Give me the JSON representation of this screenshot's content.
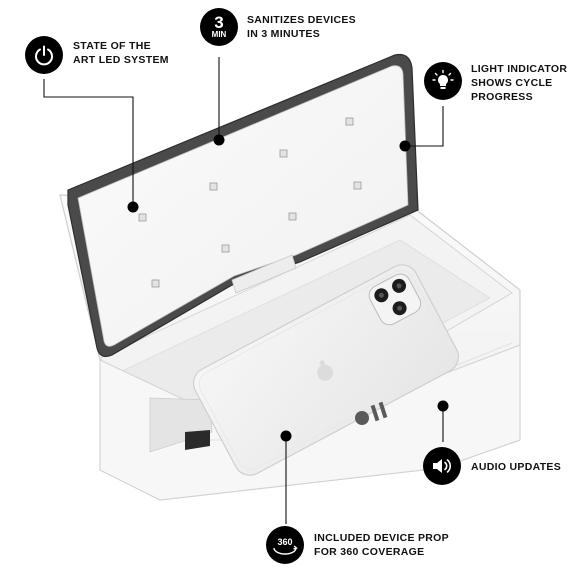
{
  "features": {
    "led_system": {
      "line1": "STATE OF THE",
      "line2": "ART LED SYSTEM",
      "icon": "power-icon"
    },
    "sanitize_time": {
      "line1": "SANITIZES DEVICES",
      "line2": "IN 3 MINUTES",
      "icon_number": "3",
      "icon_unit": "MIN"
    },
    "light_indicator": {
      "line1": "LIGHT INDICATOR",
      "line2": "SHOWS CYCLE",
      "line3": "PROGRESS",
      "icon": "lightbulb-icon"
    },
    "audio_updates": {
      "line1": "AUDIO UPDATES",
      "icon": "speaker-icon"
    },
    "device_prop": {
      "line1": "INCLUDED DEVICE PROP",
      "line2": "FOR 360 COVERAGE",
      "icon_text": "360"
    }
  },
  "colors": {
    "badge": "#000000",
    "case": "#ffffff",
    "lid_rim": "#3a3a3a",
    "outline": "#d0d0d0"
  }
}
